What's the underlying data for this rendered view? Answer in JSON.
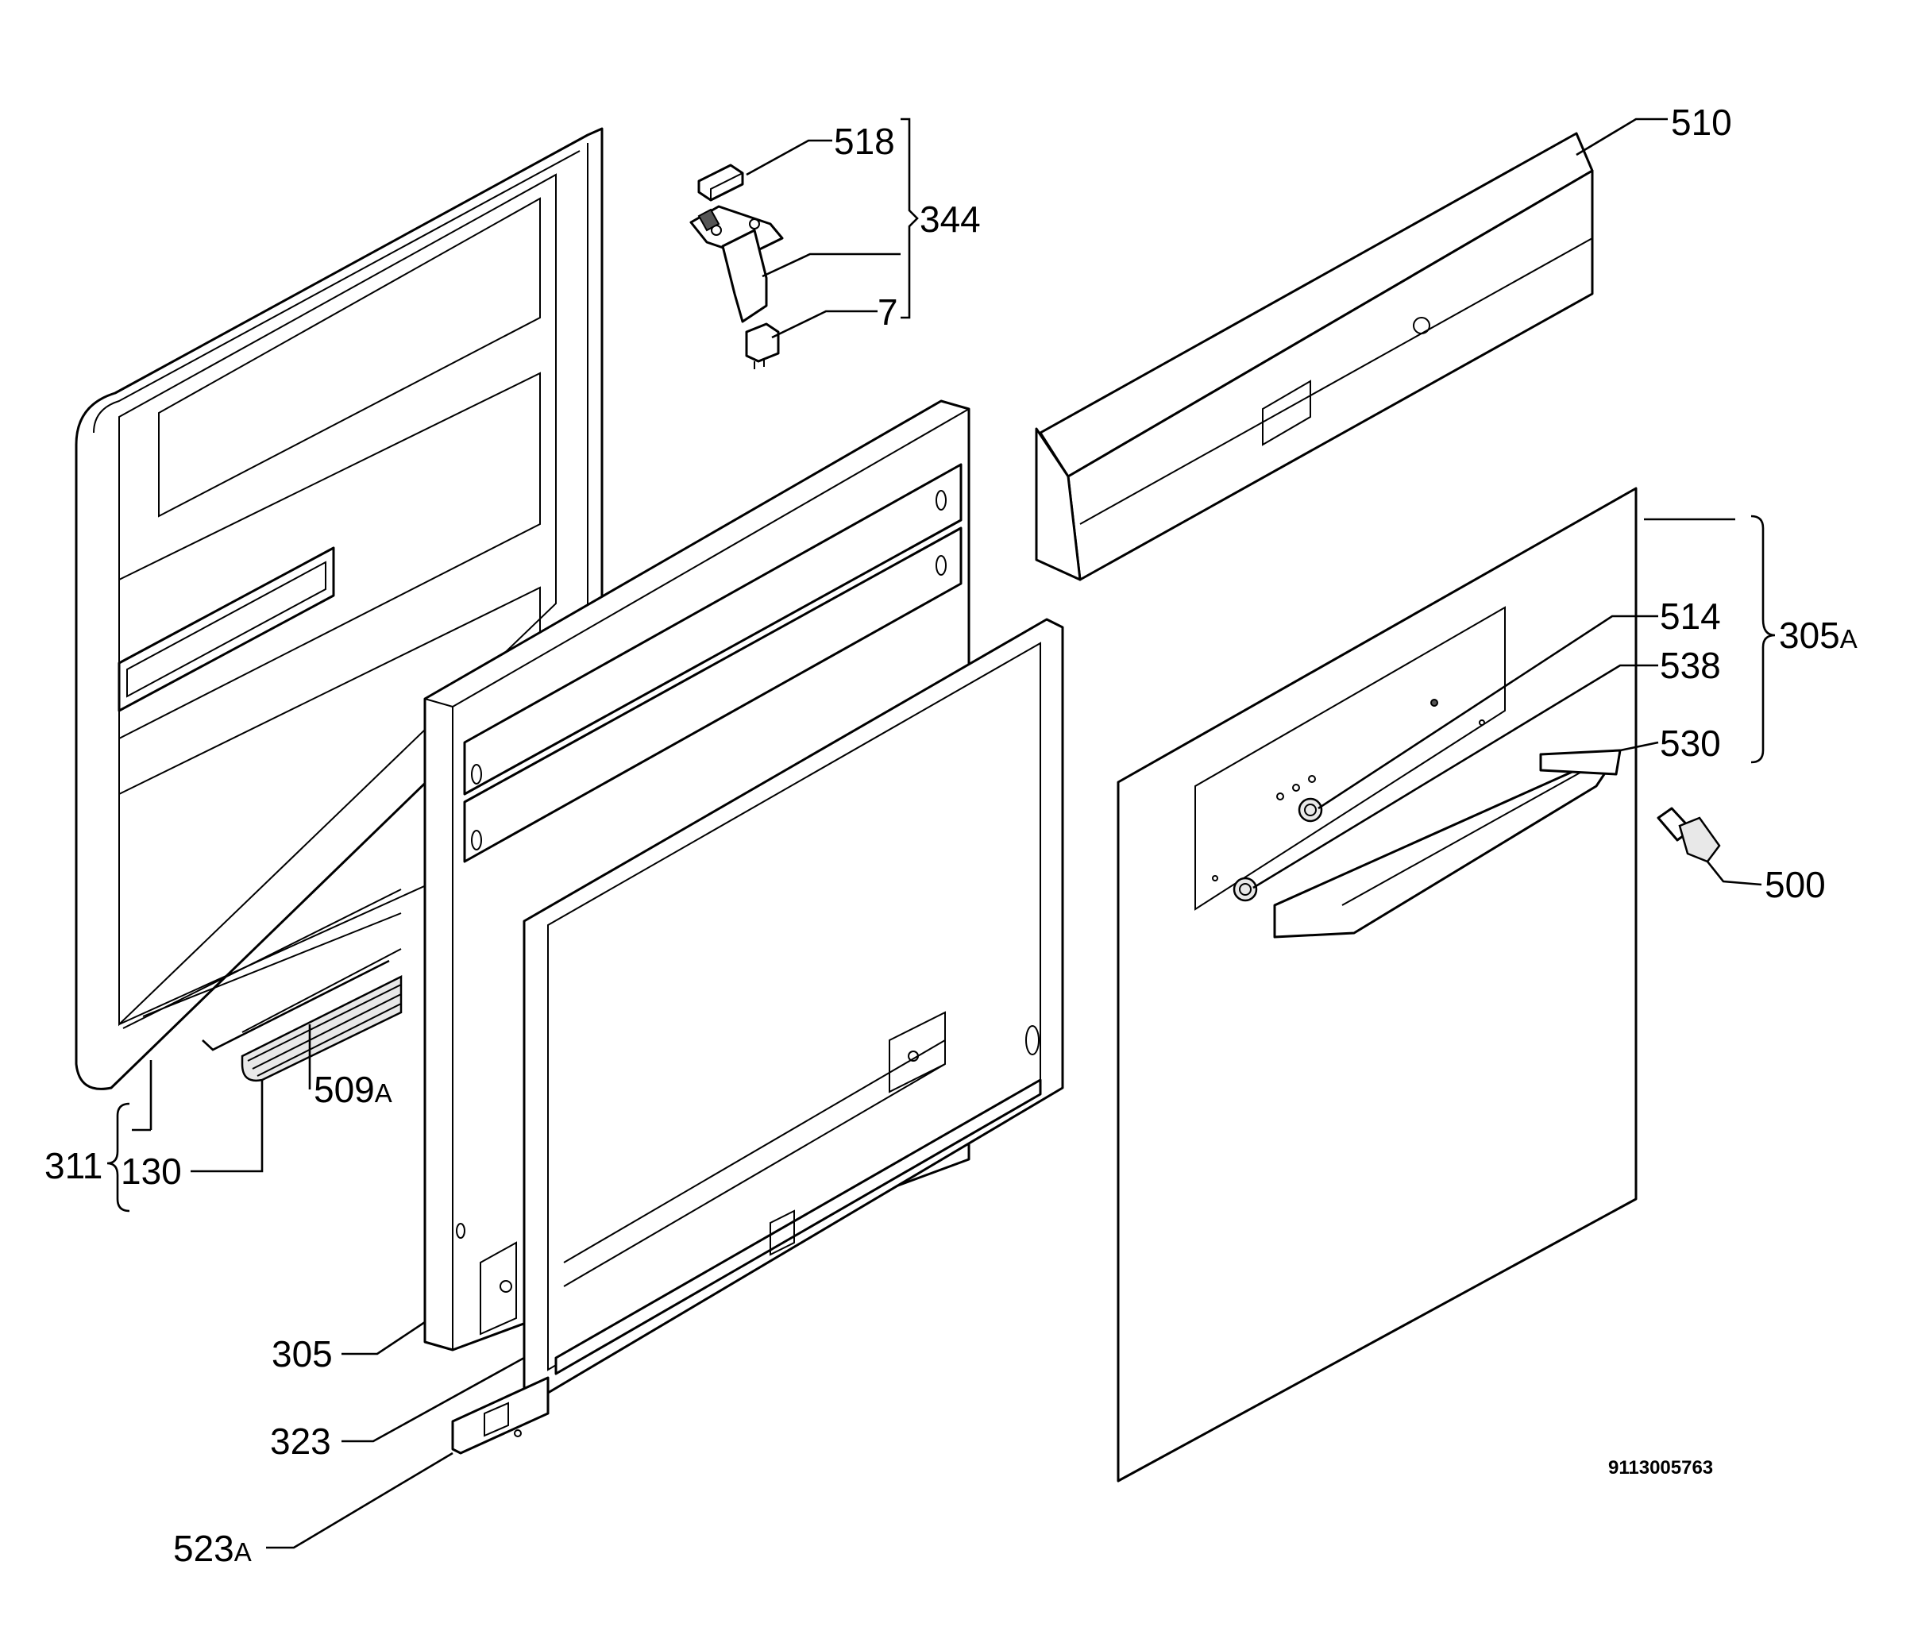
{
  "labels": {
    "l510": "510",
    "l518": "518",
    "l344": "344",
    "l7": "7",
    "l514": "514",
    "l538": "538",
    "l305a_num": "305",
    "l305a_suf": "A",
    "l530": "530",
    "l500": "500",
    "l509a_num": "509",
    "l509a_suf": "A",
    "l311": "311",
    "l130": "130",
    "l305": "305",
    "l323": "323",
    "l523a_num": "523",
    "l523a_suf": "A"
  },
  "drawing_code": "9113005763"
}
